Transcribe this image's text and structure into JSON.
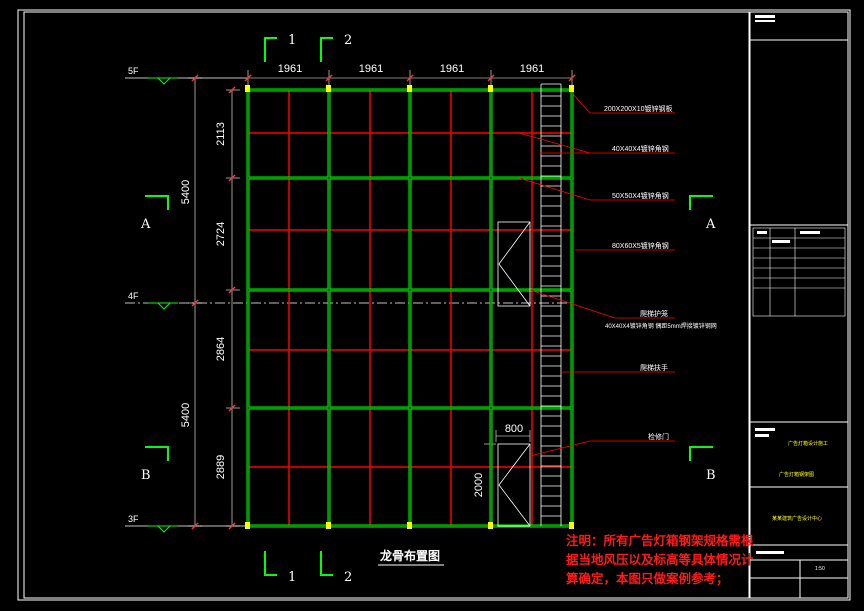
{
  "drawing": {
    "title": "龙骨布置图",
    "note_lines": [
      "注明：所有广告灯箱钢架规格需根",
      "据当地风压以及标高等具体情况计",
      "算确定，本图只做案例参考；"
    ],
    "floor_levels": [
      "5F",
      "4F",
      "3F"
    ],
    "section_marks": {
      "top": [
        "1",
        "2"
      ],
      "bottom": [
        "1",
        "2"
      ],
      "left": [
        "A",
        "B"
      ],
      "right": [
        "A",
        "B"
      ]
    },
    "top_dimensions": [
      "1961",
      "1961",
      "1961",
      "1961"
    ],
    "left_row_dimensions": [
      "2113",
      "2724",
      "2864",
      "2889"
    ],
    "left_floor_dimensions": [
      "5400",
      "5400"
    ],
    "door_width": "800",
    "door_height": "2000",
    "member_labels": [
      "200X200X10镀锌钢板",
      "40X40X4镀锌角钢",
      "50X50X4镀锌角钢",
      "80X60X5镀锌角钢",
      "爬梯护笼",
      "40X40X4镀锌角钢 偶距5mm焊接镀锌钢网",
      "爬梯扶手",
      "检修门"
    ]
  },
  "title_block": {
    "scale": "1:50",
    "company_line": "广告灯箱设计施工",
    "project_line": "广告灯箱钢架图",
    "designer_line": "某某建筑广告设计中心"
  },
  "colors": {
    "frame": "#ffffff",
    "steel_green": "#00ff00",
    "steel_red": "#ff0000",
    "text": "#ffffff",
    "accent_yellow": "#ffff00"
  }
}
